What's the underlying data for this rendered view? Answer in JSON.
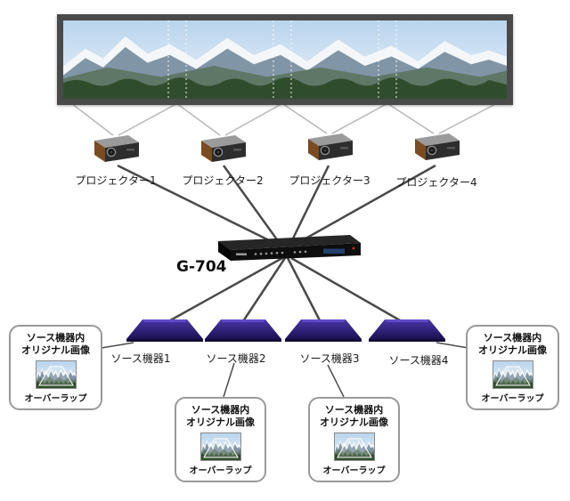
{
  "projectors": [
    {
      "label": "プロジェクター1"
    },
    {
      "label": "プロジェクター2"
    },
    {
      "label": "プロジェクター3"
    },
    {
      "label": "プロジェクター4"
    }
  ],
  "processor": {
    "label": "G-704"
  },
  "sources": [
    {
      "label": "ソース機器1"
    },
    {
      "label": "ソース機器2"
    },
    {
      "label": "ソース機器3"
    },
    {
      "label": "ソース機器4"
    }
  ],
  "callouts": [
    {
      "line1": "ソース機器内",
      "line2": "オリジナル画像",
      "overlap": "オーバーラップ"
    },
    {
      "line1": "ソース機器内",
      "line2": "オリジナル画像",
      "overlap": "オーバーラップ"
    },
    {
      "line1": "ソース機器内",
      "line2": "オリジナル画像",
      "overlap": "オーバーラップ"
    },
    {
      "line1": "ソース機器内",
      "line2": "オリジナル画像",
      "overlap": "オーバーラップ"
    }
  ],
  "colors": {
    "source_device": "#2c1d7e",
    "processor_body": "#111111",
    "connector_line": "#4a4a4a",
    "projection_line": "#b8b8b8",
    "screen_frame": "#4a4a4a",
    "callout_border": "#999999"
  }
}
